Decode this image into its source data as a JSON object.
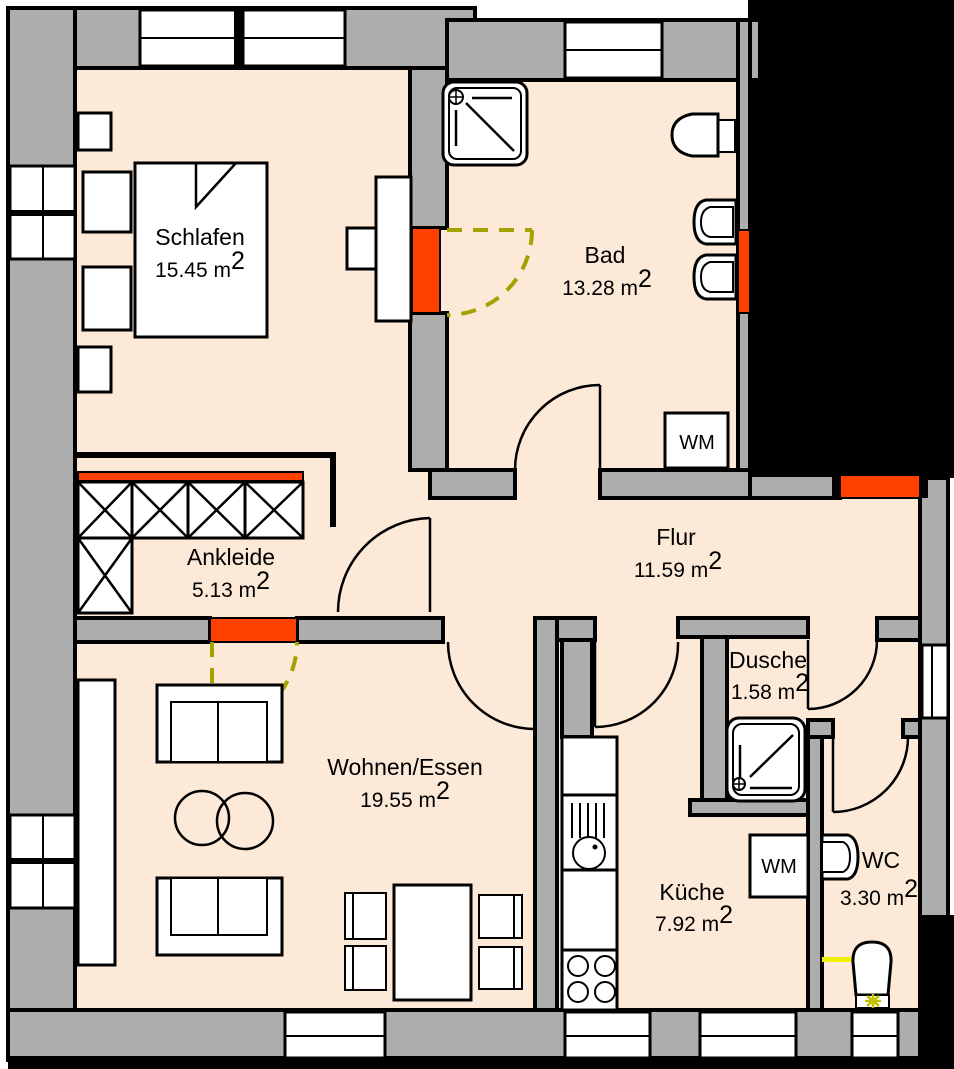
{
  "plan": {
    "rooms": [
      {
        "name": "Schlafen",
        "area": "15.45 m",
        "sup": "2"
      },
      {
        "name": "Bad",
        "area": "13.28 m",
        "sup": "2"
      },
      {
        "name": "Flur",
        "area": "11.59 m",
        "sup": "2"
      },
      {
        "name": "Ankleide",
        "area": "5.13 m",
        "sup": "2"
      },
      {
        "name": "Wohnen/Essen",
        "area": "19.55 m",
        "sup": "2"
      },
      {
        "name": "Küche",
        "area": "7.92 m",
        "sup": "2"
      },
      {
        "name": "Dusche",
        "area": "1.58 m",
        "sup": "2"
      },
      {
        "name": "WC",
        "area": "3.30 m",
        "sup": "2"
      }
    ],
    "labels": {
      "washing_machine": "WM"
    },
    "colors": {
      "wall": "#ADADAD",
      "floor": "#FCE9D8",
      "door": "#FF4000",
      "door_swing": "#A3A300",
      "outline": "#000000",
      "blocked_area": "#000000",
      "towel_radiator": "#F2F200",
      "accessory_yellow": "#C2C200"
    }
  }
}
